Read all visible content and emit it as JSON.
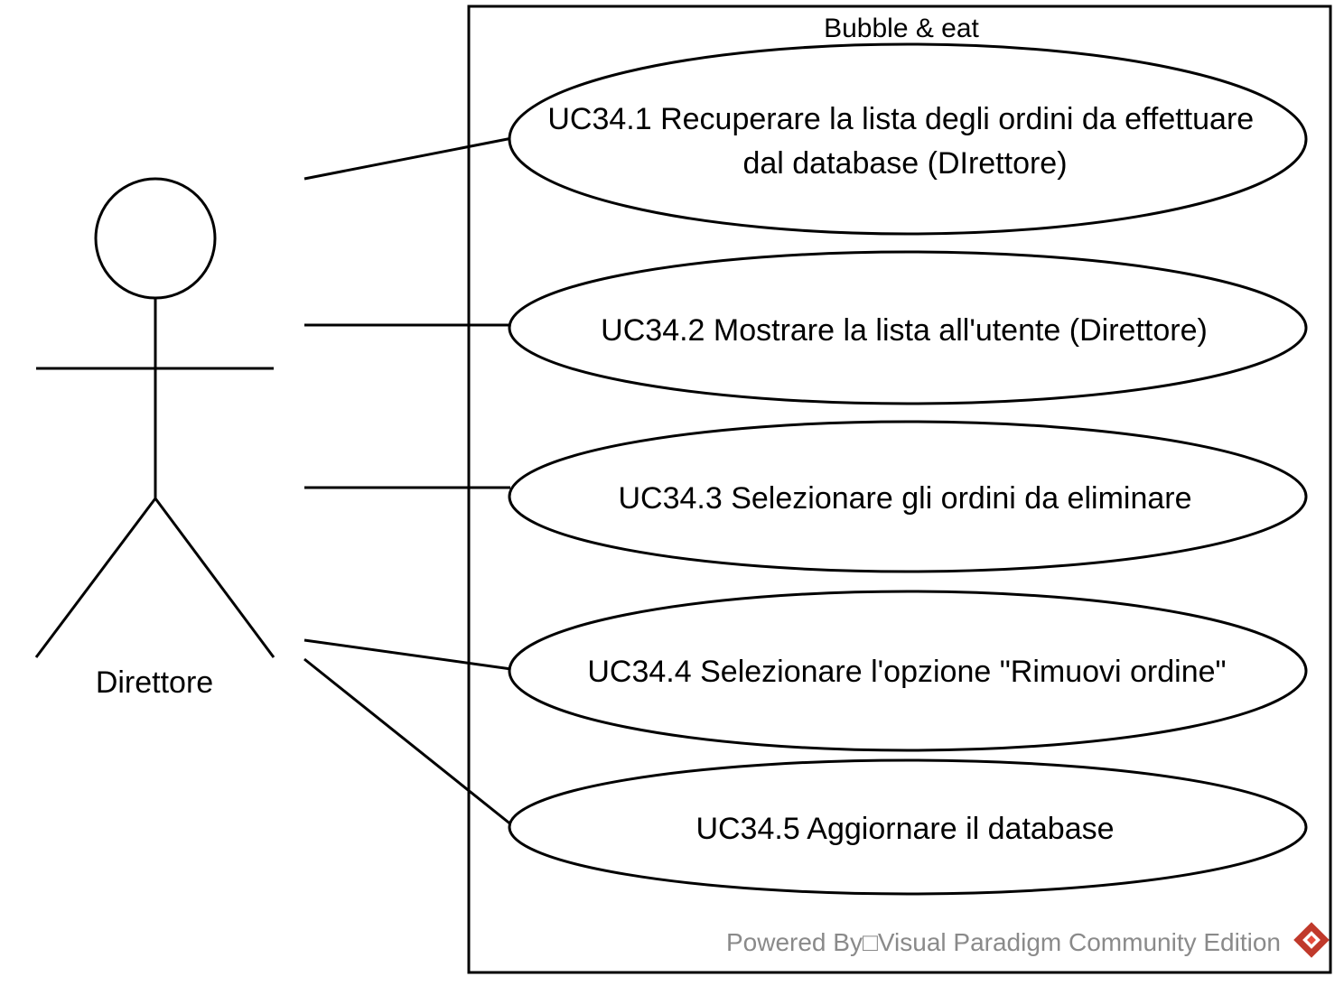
{
  "system": {
    "title": "Bubble & eat"
  },
  "actor": {
    "name": "Direttore",
    "icon": "stick-figure-actor-icon"
  },
  "use_cases": [
    {
      "id": "uc34-1",
      "lines": [
        "UC34.1 Recuperare la lista degli ordini da effettuare",
        "dal database (DIrettore)"
      ]
    },
    {
      "id": "uc34-2",
      "lines": [
        "UC34.2 Mostrare la lista all'utente (Direttore)"
      ]
    },
    {
      "id": "uc34-3",
      "lines": [
        "UC34.3 Selezionare gli ordini da eliminare"
      ]
    },
    {
      "id": "uc34-4",
      "lines": [
        "UC34.4 Selezionare l'opzione \"Rimuovi ordine\""
      ]
    },
    {
      "id": "uc34-5",
      "lines": [
        "UC34.5 Aggiornare il database"
      ]
    }
  ],
  "watermark": {
    "text": "Powered By□Visual Paradigm Community Edition",
    "logo_icon": "visual-paradigm-logo-icon",
    "color": "#8a8a8a",
    "logo_color": "#c0392b"
  }
}
